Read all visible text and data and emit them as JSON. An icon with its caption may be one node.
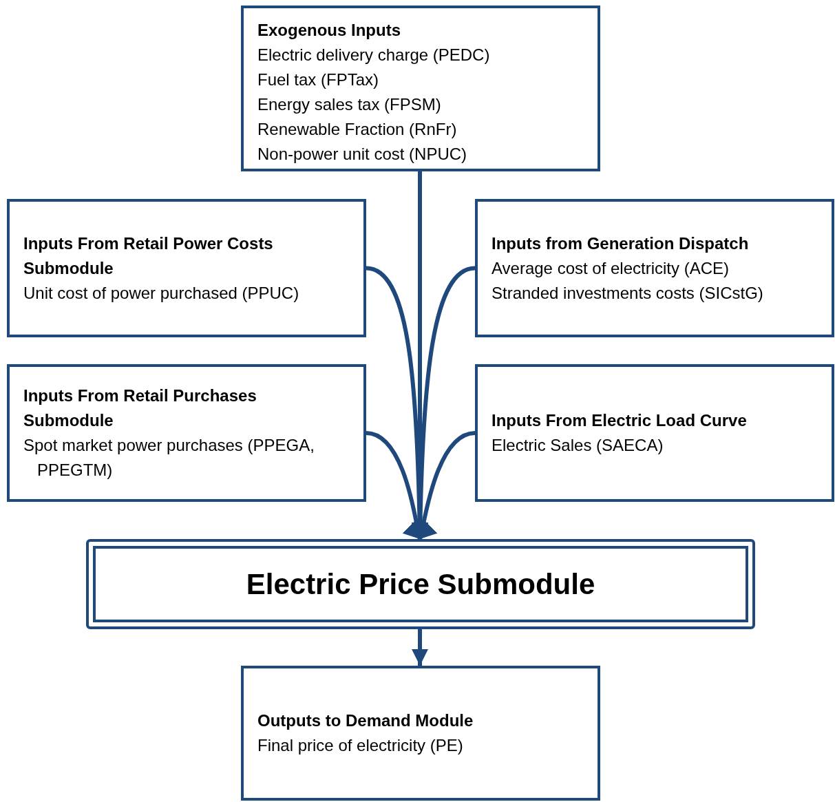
{
  "diagram": {
    "nodes": [
      {
        "text": [
          "Exogenous Inputs",
          "Electric delivery charge (PEDC)",
          "Fuel tax (FPTax)",
          "Energy sales tax (FPSM)",
          "Renewable Fraction (RnFr)",
          "Non-power unit cost (NPUC)"
        ]
      },
      {
        "text": [
          "Inputs From Retail Power Costs Submodule",
          "Unit cost of power purchased (PPUC)"
        ]
      },
      {
        "text": [
          "Inputs from Generation Dispatch",
          "Average cost of electricity (ACE)",
          "Stranded investments costs (SICstG)"
        ]
      },
      {
        "text": [
          "Inputs From Retail Purchases Submodule",
          "Spot market power purchases (PPEGA, PPEGTM)"
        ]
      },
      {
        "text": [
          "Inputs From Electric Load Curve",
          "Electric Sales (SAECA)"
        ]
      },
      {
        "text": [
          "Electric Price Submodule"
        ]
      },
      {
        "text": [
          "Outputs to Demand Module",
          "Final price of electricity (PE)"
        ]
      }
    ],
    "edges": [
      {
        "from": 0,
        "to": 5,
        "arrow": "to"
      },
      {
        "from": 1,
        "to": 5,
        "arrow": "to"
      },
      {
        "from": 2,
        "to": 5,
        "arrow": "to"
      },
      {
        "from": 3,
        "to": 5,
        "arrow": "to"
      },
      {
        "from": 4,
        "to": 5,
        "arrow": "to"
      },
      {
        "from": 5,
        "to": 6,
        "arrow": "to"
      }
    ]
  }
}
